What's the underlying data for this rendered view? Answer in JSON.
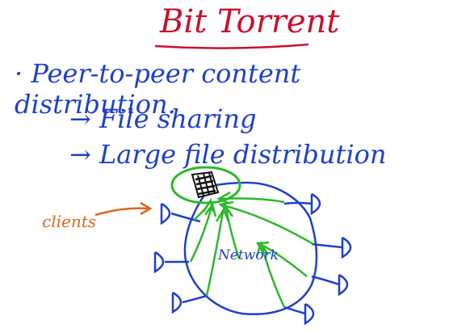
{
  "title": "Bit Torrent",
  "bullet": "· Peer-to-peer content distribution.",
  "subpoints": [
    "→ File sharing",
    "→ Large file distribution"
  ],
  "labels": {
    "clients": "clients",
    "network": "Network"
  },
  "colors": {
    "title": "#c8102e",
    "text": "#1e3fc8",
    "clients_label": "#e0641c",
    "seed_highlight": "#2db82d",
    "network_outline": "#1e3fc8"
  },
  "icons": [
    "seed-file-icon",
    "client-icon",
    "upload-arrow-icon"
  ]
}
